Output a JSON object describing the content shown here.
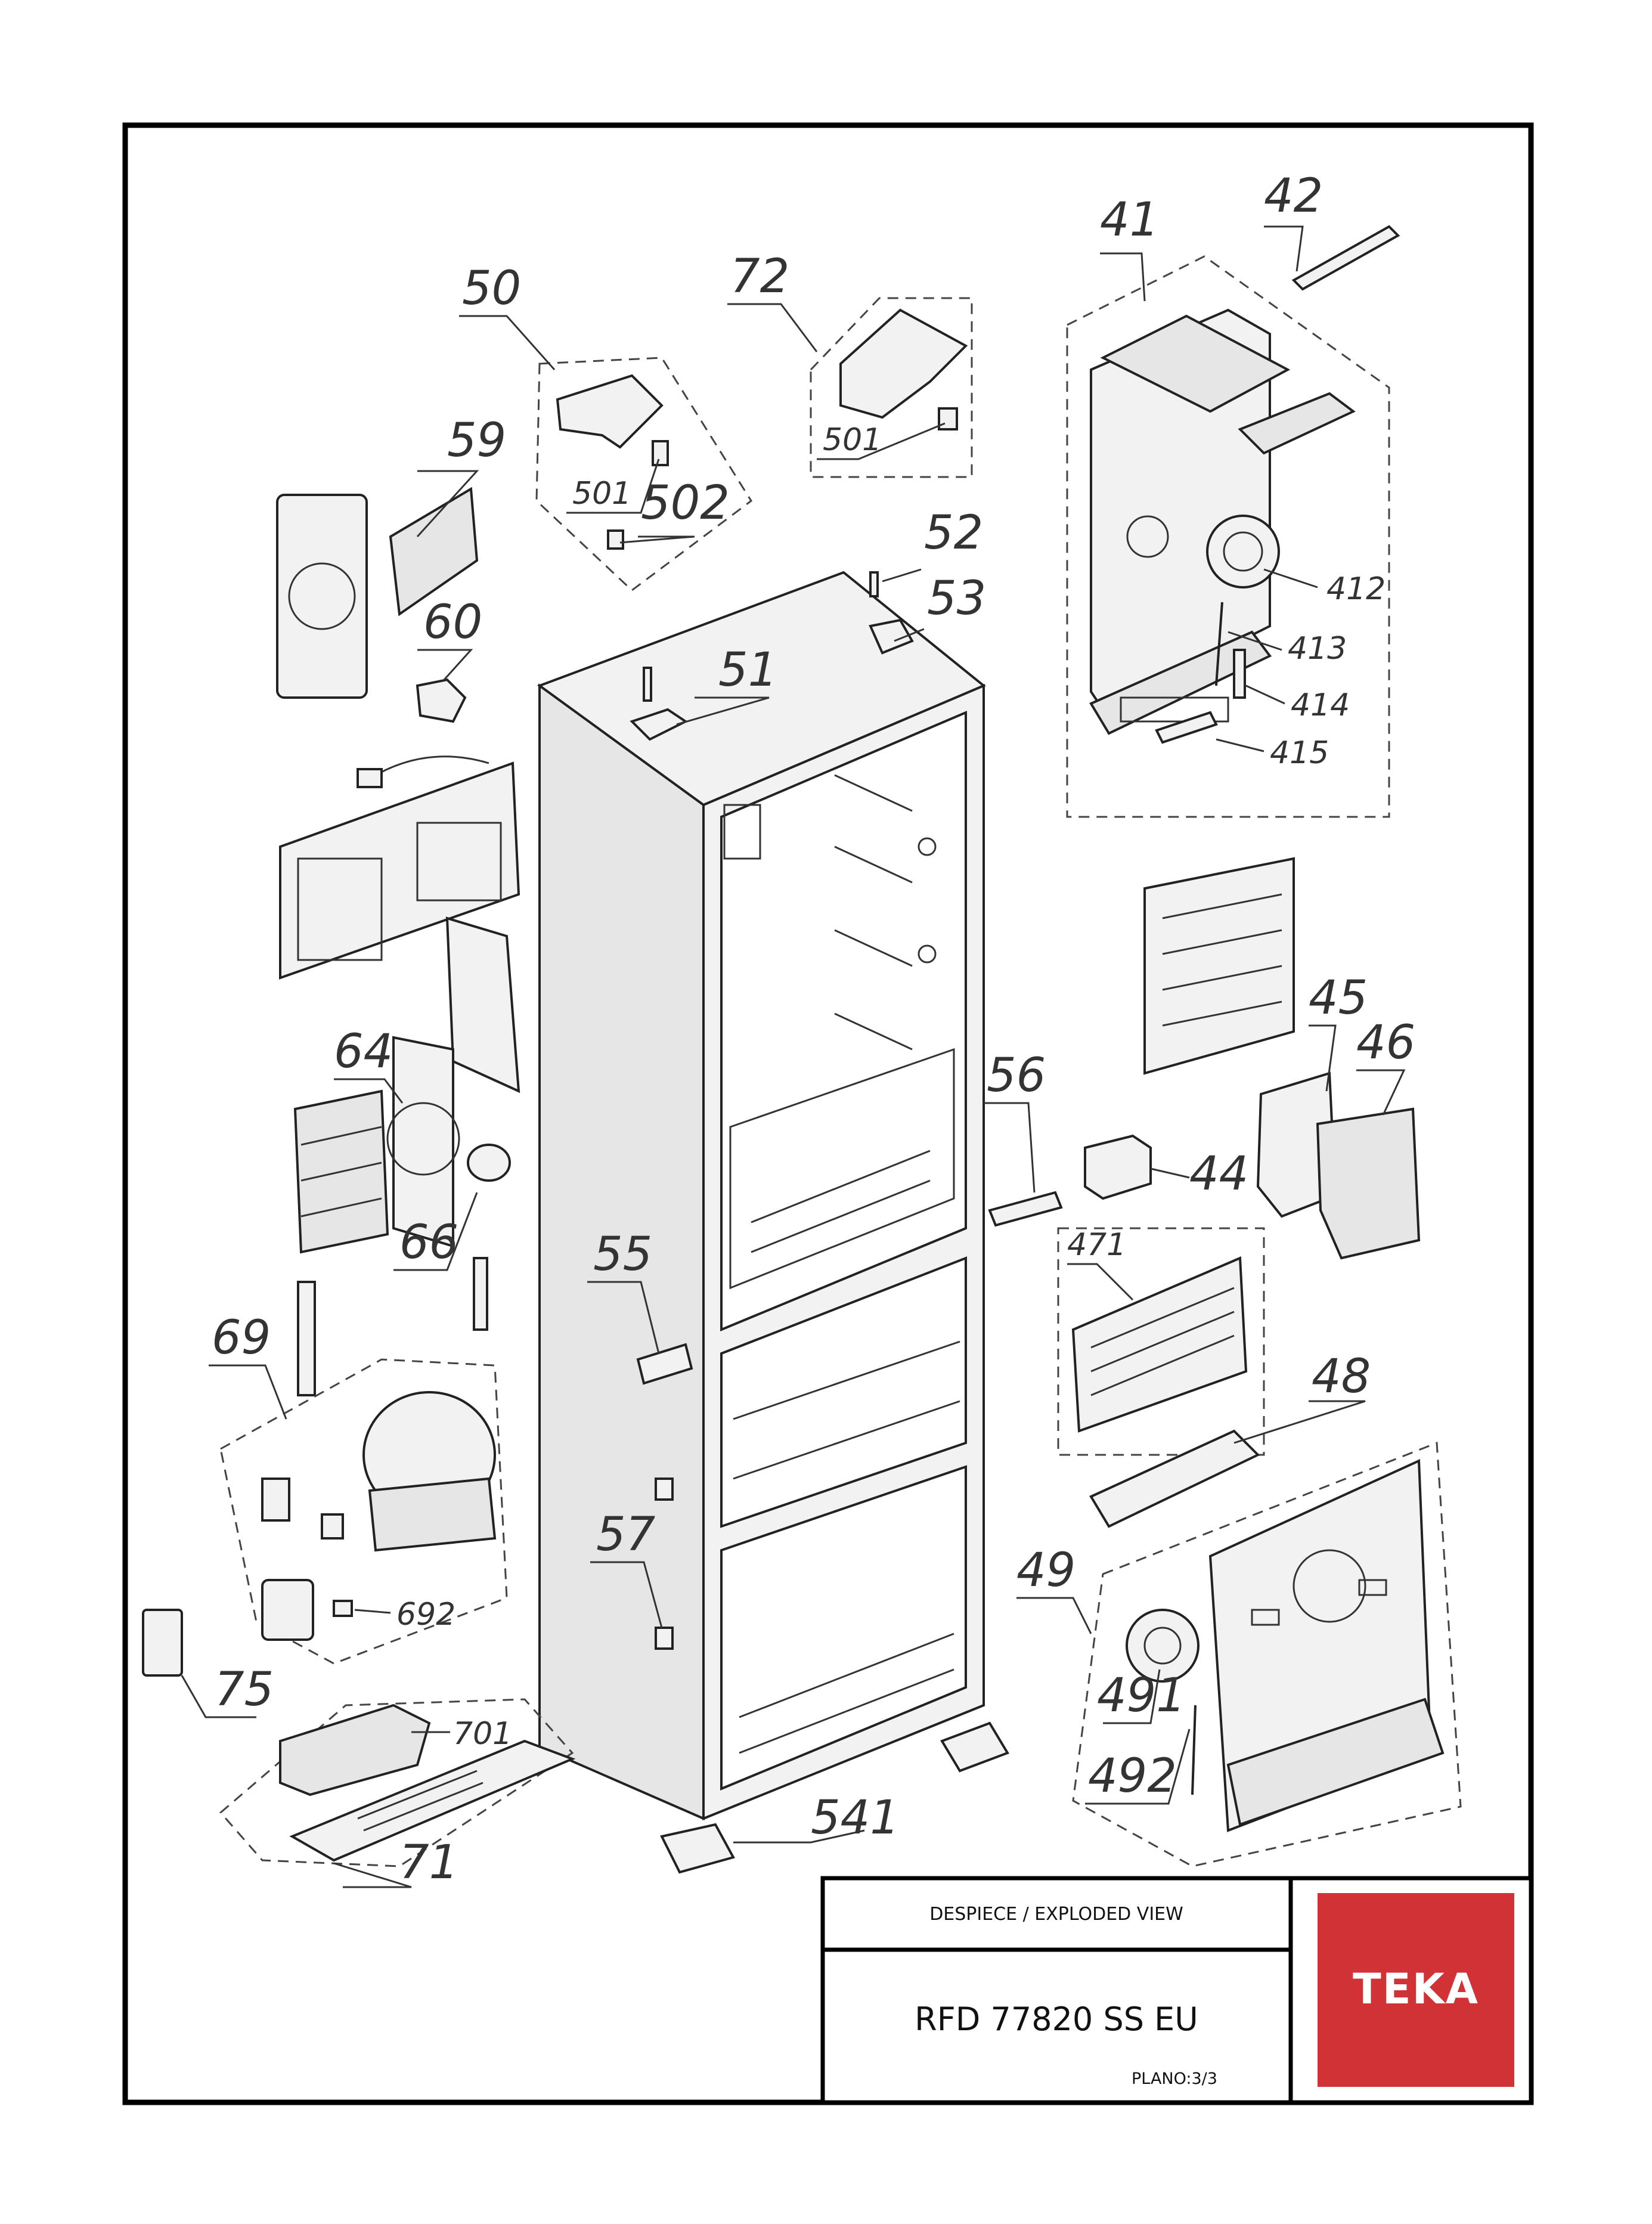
{
  "title_block": {
    "heading": "DESPIECE / EXPLODED VIEW",
    "model": "RFD 77820 SS EU",
    "sheet": "PLANO:3/3",
    "brand": "TEKA",
    "brand_color": "#d03235"
  },
  "part_labels": [
    {
      "id": "41",
      "text": "41"
    },
    {
      "id": "42",
      "text": "42"
    },
    {
      "id": "412",
      "text": "412"
    },
    {
      "id": "413",
      "text": "413"
    },
    {
      "id": "414",
      "text": "414"
    },
    {
      "id": "415",
      "text": "415"
    },
    {
      "id": "44",
      "text": "44"
    },
    {
      "id": "45",
      "text": "45"
    },
    {
      "id": "46",
      "text": "46"
    },
    {
      "id": "471",
      "text": "471"
    },
    {
      "id": "48",
      "text": "48"
    },
    {
      "id": "49",
      "text": "49"
    },
    {
      "id": "491",
      "text": "491"
    },
    {
      "id": "492",
      "text": "492"
    },
    {
      "id": "50",
      "text": "50"
    },
    {
      "id": "501a",
      "text": "501"
    },
    {
      "id": "502",
      "text": "502"
    },
    {
      "id": "72",
      "text": "72"
    },
    {
      "id": "501b",
      "text": "501"
    },
    {
      "id": "51",
      "text": "51"
    },
    {
      "id": "52",
      "text": "52"
    },
    {
      "id": "53",
      "text": "53"
    },
    {
      "id": "55",
      "text": "55"
    },
    {
      "id": "56",
      "text": "56"
    },
    {
      "id": "57",
      "text": "57"
    },
    {
      "id": "541",
      "text": "541"
    },
    {
      "id": "59",
      "text": "59"
    },
    {
      "id": "60",
      "text": "60"
    },
    {
      "id": "64",
      "text": "64"
    },
    {
      "id": "66",
      "text": "66"
    },
    {
      "id": "69",
      "text": "69"
    },
    {
      "id": "692",
      "text": "692"
    },
    {
      "id": "701",
      "text": "701"
    },
    {
      "id": "71",
      "text": "71"
    },
    {
      "id": "75",
      "text": "75"
    }
  ]
}
